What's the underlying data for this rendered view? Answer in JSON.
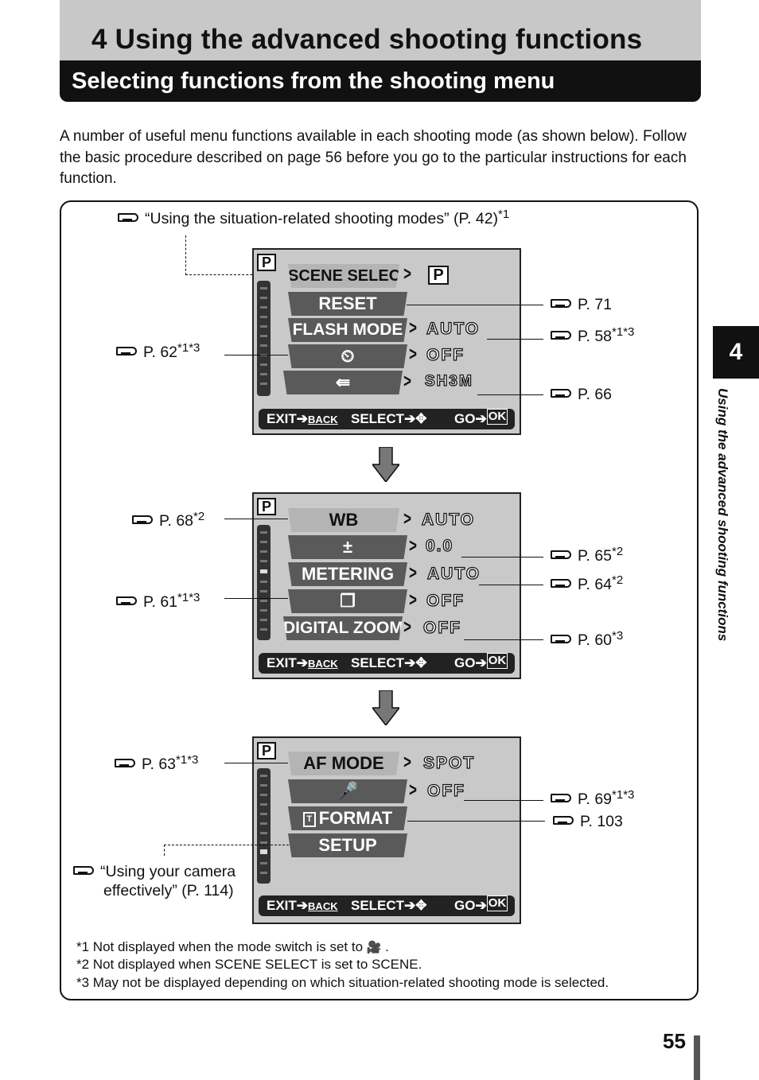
{
  "header": {
    "chapter_title": "4 Using the advanced shooting functions",
    "section_title": "Selecting functions from the shooting menu"
  },
  "intro": "A number of useful menu functions available in each shooting mode (as shown below). Follow the basic procedure described on page 56 before you go to the particular instructions for each function.",
  "refs": {
    "situation": {
      "text": "“Using the situation-related shooting modes” (P. 42)",
      "sup": "*1"
    },
    "p71": {
      "text": "P. 71",
      "sup": ""
    },
    "p58": {
      "text": "P. 58",
      "sup": "*1*3"
    },
    "p62": {
      "text": "P. 62",
      "sup": "*1*3"
    },
    "p66": {
      "text": "P. 66",
      "sup": ""
    },
    "p68": {
      "text": "P. 68",
      "sup": "*2"
    },
    "p65": {
      "text": "P. 65",
      "sup": "*2"
    },
    "p64": {
      "text": "P. 64",
      "sup": "*2"
    },
    "p61": {
      "text": "P. 61",
      "sup": "*1*3"
    },
    "p60": {
      "text": "P. 60",
      "sup": "*3"
    },
    "p63": {
      "text": "P. 63",
      "sup": "*1*3"
    },
    "p69": {
      "text": "P. 69",
      "sup": "*1*3"
    },
    "p103": {
      "text": "P. 103",
      "sup": ""
    },
    "camera_line1": "“Using your camera",
    "camera_line2": "effectively” (P. 114)"
  },
  "screen1": {
    "mode": "P",
    "tabs": [
      "SCENE SELECT",
      "RESET",
      "FLASH MODE",
      "⏲",
      "⇚"
    ],
    "values": [
      "P",
      "",
      "AUTO",
      "OFF",
      "SH3M"
    ]
  },
  "screen2": {
    "mode": "P",
    "tabs": [
      "WB",
      "±",
      "METERING",
      "❐",
      "DIGITAL ZOOM"
    ],
    "values": [
      "AUTO",
      "0.0",
      "AUTO",
      "OFF",
      "OFF"
    ]
  },
  "screen3": {
    "mode": "P",
    "tabs": [
      "AF MODE",
      "🎤",
      "FORMAT",
      "SETUP"
    ],
    "values": [
      "SPOT",
      "OFF",
      "",
      ""
    ]
  },
  "bottom_bar": {
    "exit": "EXIT",
    "back": "BACK",
    "select": "SELECT",
    "go": "GO",
    "ok": "OK"
  },
  "footnotes": [
    "*1  Not displayed when the mode switch is set to",
    "*2  Not displayed when SCENE SELECT is set to SCENE.",
    "*3  May not be displayed depending on which situation-related shooting mode is selected."
  ],
  "side_tab": "4",
  "side_text": "Using the advanced shooting functions",
  "page_number": "55",
  "colors": {
    "header_gray": "#c8c8c8",
    "section_black": "#111111",
    "screen_gray": "#c9c9c9",
    "tab_dark": "#5a5a5a"
  }
}
